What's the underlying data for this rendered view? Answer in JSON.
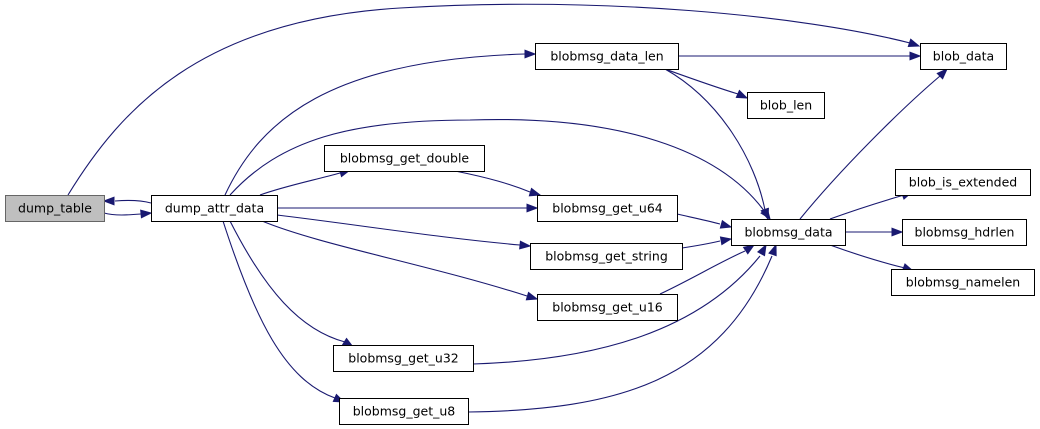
{
  "graph": {
    "type": "call-graph",
    "edge_color": "#191970",
    "nodes": [
      {
        "id": "dump_table",
        "label": "dump_table",
        "root": true
      },
      {
        "id": "dump_attr_data",
        "label": "dump_attr_data"
      },
      {
        "id": "blobmsg_data_len",
        "label": "blobmsg_data_len"
      },
      {
        "id": "blob_data",
        "label": "blob_data"
      },
      {
        "id": "blob_len",
        "label": "blob_len"
      },
      {
        "id": "blobmsg_get_double",
        "label": "blobmsg_get_double"
      },
      {
        "id": "blobmsg_get_u64",
        "label": "blobmsg_get_u64"
      },
      {
        "id": "blobmsg_data",
        "label": "blobmsg_data"
      },
      {
        "id": "blobmsg_get_string",
        "label": "blobmsg_get_string"
      },
      {
        "id": "blobmsg_get_u16",
        "label": "blobmsg_get_u16"
      },
      {
        "id": "blobmsg_get_u32",
        "label": "blobmsg_get_u32"
      },
      {
        "id": "blobmsg_get_u8",
        "label": "blobmsg_get_u8"
      },
      {
        "id": "blob_is_extended",
        "label": "blob_is_extended"
      },
      {
        "id": "blobmsg_hdrlen",
        "label": "blobmsg_hdrlen"
      },
      {
        "id": "blobmsg_namelen",
        "label": "blobmsg_namelen"
      }
    ],
    "edges": [
      {
        "from": "dump_table",
        "to": "dump_attr_data"
      },
      {
        "from": "dump_table",
        "to": "blob_data"
      },
      {
        "from": "dump_attr_data",
        "to": "dump_table"
      },
      {
        "from": "dump_attr_data",
        "to": "blobmsg_data_len"
      },
      {
        "from": "dump_attr_data",
        "to": "blobmsg_data"
      },
      {
        "from": "dump_attr_data",
        "to": "blobmsg_get_double"
      },
      {
        "from": "dump_attr_data",
        "to": "blobmsg_get_u64"
      },
      {
        "from": "dump_attr_data",
        "to": "blobmsg_get_string"
      },
      {
        "from": "dump_attr_data",
        "to": "blobmsg_get_u16"
      },
      {
        "from": "dump_attr_data",
        "to": "blobmsg_get_u32"
      },
      {
        "from": "dump_attr_data",
        "to": "blobmsg_get_u8"
      },
      {
        "from": "blobmsg_data_len",
        "to": "blob_data"
      },
      {
        "from": "blobmsg_data_len",
        "to": "blob_len"
      },
      {
        "from": "blobmsg_data_len",
        "to": "blobmsg_data"
      },
      {
        "from": "blobmsg_get_double",
        "to": "blobmsg_get_u64"
      },
      {
        "from": "blobmsg_get_u64",
        "to": "blobmsg_data"
      },
      {
        "from": "blobmsg_get_string",
        "to": "blobmsg_data"
      },
      {
        "from": "blobmsg_get_u16",
        "to": "blobmsg_data"
      },
      {
        "from": "blobmsg_get_u32",
        "to": "blobmsg_data"
      },
      {
        "from": "blobmsg_get_u8",
        "to": "blobmsg_data"
      },
      {
        "from": "blobmsg_data",
        "to": "blob_data"
      },
      {
        "from": "blobmsg_data",
        "to": "blob_is_extended"
      },
      {
        "from": "blobmsg_data",
        "to": "blobmsg_hdrlen"
      },
      {
        "from": "blobmsg_data",
        "to": "blobmsg_namelen"
      }
    ]
  }
}
